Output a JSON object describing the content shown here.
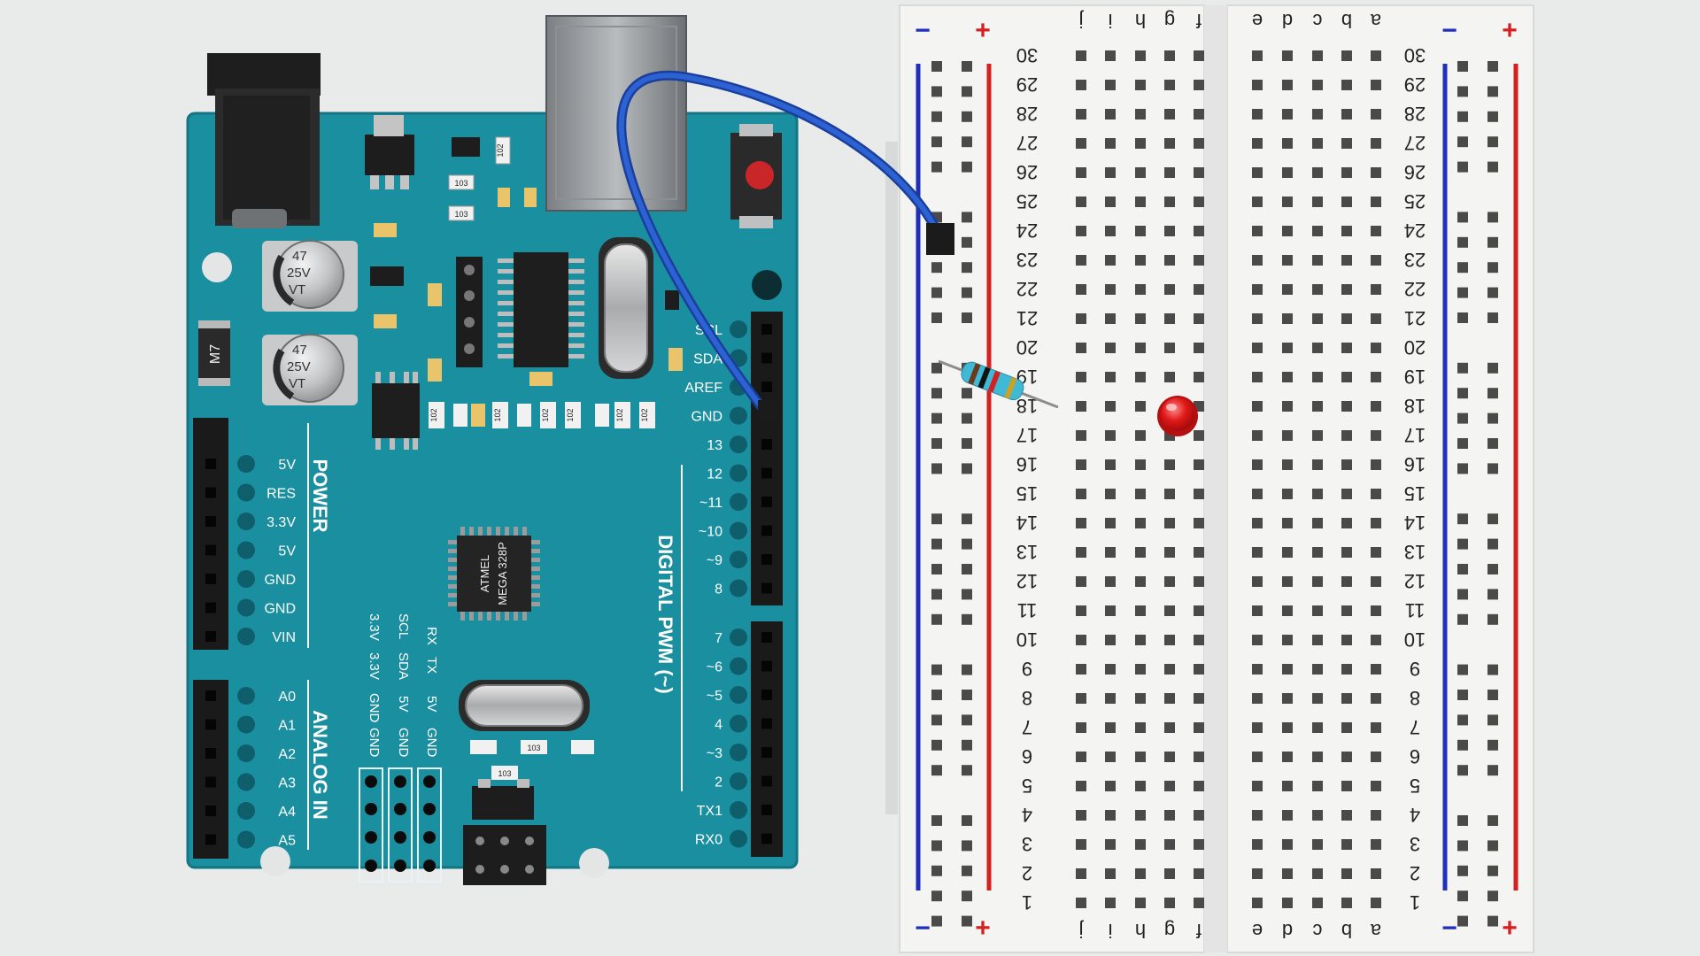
{
  "colors": {
    "background": "#e9eaea",
    "board": "#1a8fa0",
    "board_text": "#ffffff",
    "breadboard": "#f4f4f2",
    "rail_red": "#d42020",
    "rail_blue": "#1f2fb8",
    "wire": "#2356c7",
    "led": "#e01818",
    "resistor": "#3fb9d6"
  },
  "arduino": {
    "power_header": {
      "section": "POWER",
      "pins": [
        "5V",
        "RES",
        "3.3V",
        "5V",
        "GND",
        "GND",
        "VIN"
      ]
    },
    "analog_header": {
      "section": "ANALOG IN",
      "pins": [
        "A0",
        "A1",
        "A2",
        "A3",
        "A4",
        "A5"
      ]
    },
    "digital_header": {
      "section": "DIGITAL PWM (~)",
      "upper_pins": [
        "SCL",
        "SDA",
        "AREF",
        "GND",
        "13",
        "12",
        "~11",
        "~10",
        "~9",
        "8"
      ],
      "lower_pins": [
        "7",
        "~6",
        "~5",
        "4",
        "~3",
        "2",
        "TX1",
        "RX0"
      ]
    },
    "chip": {
      "line1": "ATMEL",
      "line2": "MEGA 328P"
    },
    "capacitors": [
      {
        "line1": "47",
        "line2": "25V",
        "line3": "VT"
      },
      {
        "line1": "47",
        "line2": "25V",
        "line3": "VT"
      }
    ],
    "diode": "M7",
    "smd_codes": {
      "c1": "102",
      "c2": "103",
      "c3": "103",
      "c4": "103",
      "c5": "103"
    },
    "bottom_header_labels": {
      "row1": [
        "RX",
        "TX"
      ],
      "row2": [
        "SCL",
        "SDA",
        "5V",
        "5V"
      ],
      "row3": [
        "3.3V",
        "3.3V",
        "GND",
        "GND"
      ],
      "row4": [
        "GND",
        "GND"
      ]
    },
    "resistor_codes": [
      "102",
      "102",
      "102",
      "102",
      "102",
      "102"
    ]
  },
  "breadboard": {
    "left_half_columns": [
      "j",
      "i",
      "h",
      "g",
      "f"
    ],
    "right_half_columns": [
      "e",
      "d",
      "c",
      "b",
      "a"
    ],
    "rows": 30,
    "rail_minus": "−",
    "rail_plus": "+"
  },
  "components": {
    "jumper_wire": {
      "from": "GND",
      "to": "breadboard-negative-rail-row-24"
    },
    "resistor": {
      "from_row": "19",
      "to_row": "18"
    },
    "led": {
      "row": "18"
    }
  }
}
